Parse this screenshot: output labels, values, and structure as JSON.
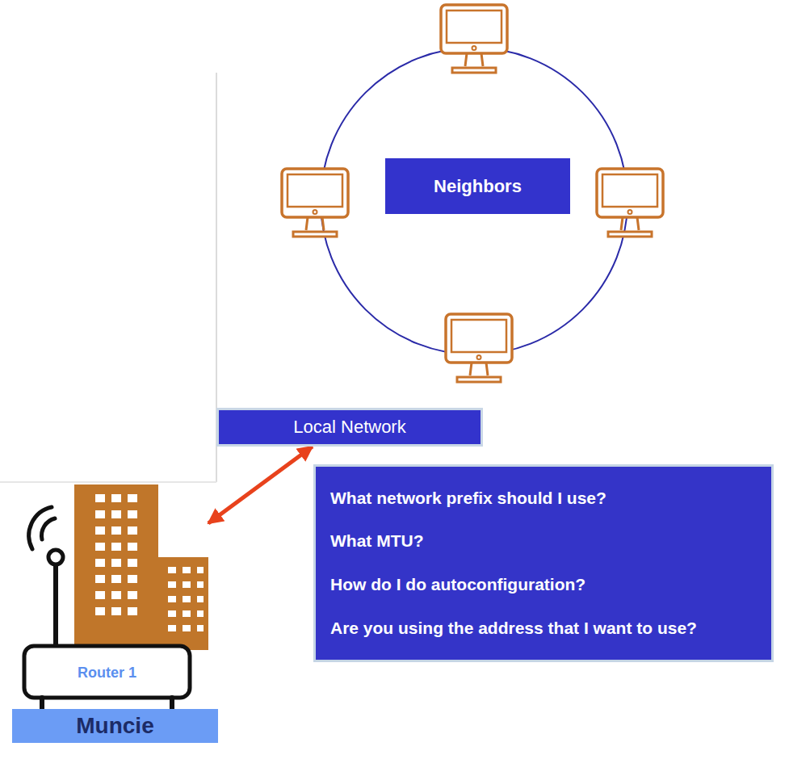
{
  "diagram": {
    "nodes": [
      {
        "text": [
          "Neighbors"
        ]
      },
      {
        "text": [
          "Local Network"
        ]
      },
      {
        "text": [
          "What network prefix should I use?",
          "What MTU?",
          "How do I do autoconfiguration?",
          "Are you using the address that I want to use?"
        ]
      },
      {
        "text": [
          "Router 1"
        ]
      },
      {
        "text": [
          "Muncie"
        ]
      }
    ],
    "edges": [
      {
        "from": 1,
        "to": 3,
        "arrow": "both"
      }
    ]
  }
}
